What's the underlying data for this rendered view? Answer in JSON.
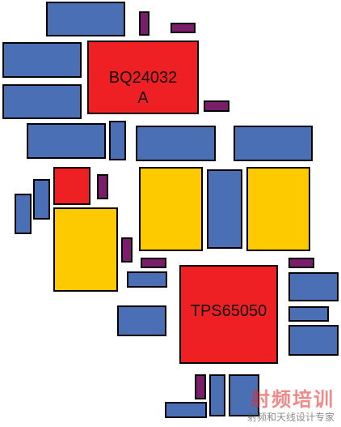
{
  "components": {
    "u1": {
      "name": "BQ24032A",
      "lines": [
        "BQ24032",
        "A"
      ]
    },
    "u2": {
      "name": "TPS65050"
    }
  },
  "watermark": {
    "main": "射频培训",
    "sub": "射频和天线设计专家"
  },
  "colors": {
    "blue": "#4a6fb5",
    "red": "#ef2024",
    "yellow": "#fdca00",
    "purple": "#7a1d6b"
  }
}
